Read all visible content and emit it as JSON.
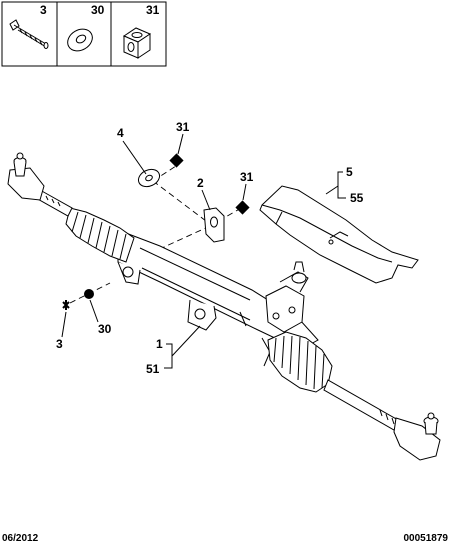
{
  "header_parts": [
    {
      "ref": "3",
      "icon": "bolt-icon"
    },
    {
      "ref": "30",
      "icon": "washer-icon"
    },
    {
      "ref": "31",
      "icon": "square-nut-icon"
    }
  ],
  "callouts": {
    "washer_ref": "4",
    "nut_upper_ref": "31",
    "bracket_ref": "2",
    "nut_right_ref": "31",
    "heat_shield_refs": [
      "5",
      "55"
    ],
    "bolt_ref": "3",
    "washer_left_ref": "30",
    "rack_refs": [
      "1",
      "51"
    ]
  },
  "footer": {
    "date": "06/2012",
    "diagram_number": "00051879"
  }
}
